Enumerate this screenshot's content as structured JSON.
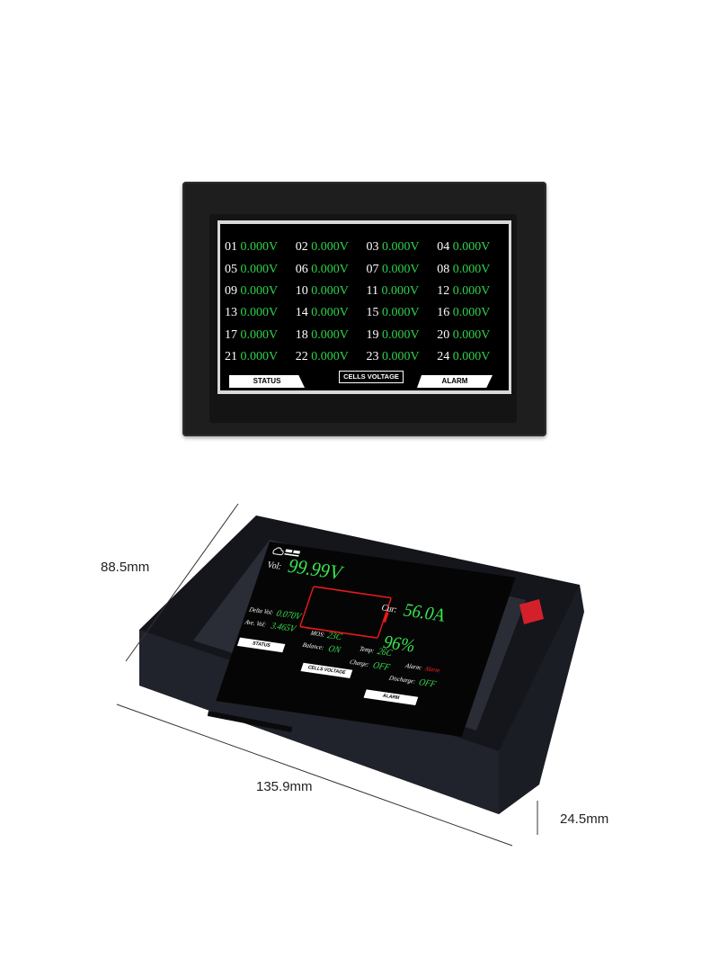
{
  "cells_screen": {
    "cells": [
      {
        "num": "01",
        "val": "0.000V"
      },
      {
        "num": "02",
        "val": "0.000V"
      },
      {
        "num": "03",
        "val": "0.000V"
      },
      {
        "num": "04",
        "val": "0.000V"
      },
      {
        "num": "05",
        "val": "0.000V"
      },
      {
        "num": "06",
        "val": "0.000V"
      },
      {
        "num": "07",
        "val": "0.000V"
      },
      {
        "num": "08",
        "val": "0.000V"
      },
      {
        "num": "09",
        "val": "0.000V"
      },
      {
        "num": "10",
        "val": "0.000V"
      },
      {
        "num": "11",
        "val": "0.000V"
      },
      {
        "num": "12",
        "val": "0.000V"
      },
      {
        "num": "13",
        "val": "0.000V"
      },
      {
        "num": "14",
        "val": "0.000V"
      },
      {
        "num": "15",
        "val": "0.000V"
      },
      {
        "num": "16",
        "val": "0.000V"
      },
      {
        "num": "17",
        "val": "0.000V"
      },
      {
        "num": "18",
        "val": "0.000V"
      },
      {
        "num": "19",
        "val": "0.000V"
      },
      {
        "num": "20",
        "val": "0.000V"
      },
      {
        "num": "21",
        "val": "0.000V"
      },
      {
        "num": "22",
        "val": "0.000V"
      },
      {
        "num": "23",
        "val": "0.000V"
      },
      {
        "num": "24",
        "val": "0.000V"
      }
    ],
    "tabs": {
      "status": "STATUS",
      "cells": "CELLS VOLTAGE",
      "alarm": "ALARM"
    }
  },
  "status_screen": {
    "vol_label": "Vol:",
    "vol_value": "99.99V",
    "cur_label": "Cur:",
    "cur_value": "56.0A",
    "soc": "96%",
    "delta_label": "Delta Vol:",
    "delta_value": "0.070V",
    "ave_label": "Ave. Vol:",
    "ave_value": "3.465V",
    "mos_label": "MOS:",
    "mos_value": "23C",
    "temp_label": "Temp:",
    "temp_value": "26C",
    "balance_label": "Balance:",
    "balance_value": "ON",
    "charge_label": "Charge:",
    "charge_value": "OFF",
    "alarm_label": "Alarm:",
    "alarm_value": "Alarm",
    "discharge_label": "Discharge:",
    "discharge_value": "OFF",
    "tabs": {
      "status": "STATUS",
      "cells": "CELLS VOLTAGE",
      "alarm": "ALARM"
    }
  },
  "dimensions": {
    "height": "88.5mm",
    "width": "135.9mm",
    "depth": "24.5mm"
  },
  "colors": {
    "value_green": "#2ed34a",
    "battery_red": "#e81a1a",
    "alarm_red": "#ff2020"
  }
}
